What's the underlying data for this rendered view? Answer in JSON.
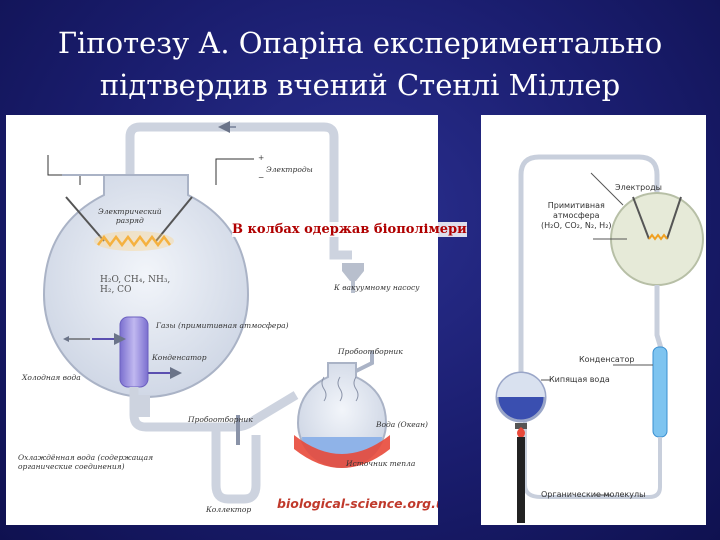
{
  "slide": {
    "title_line1": "Гіпотезу А. Опаріна експериментально",
    "title_line2": "підтвердив вчений Стенлі Міллер",
    "caption": "В колбах одержав біополімери"
  },
  "left_diagram": {
    "electrodes": "Электроды",
    "plus": "+",
    "minus": "−",
    "discharge_line1": "Электрический",
    "discharge_line2": "разряд",
    "gases_line1": "H₂O, CH₄, NH₃,",
    "gases_line2": "H₂, CO",
    "vacuum_pump": "К вакуумному насосу",
    "gases_atmosphere": "Газы (примитивная атмосфера)",
    "condenser": "Конденсатор",
    "cold_water": "Холодная вода",
    "sampler_right": "Пробоотборник",
    "sampler_bottom": "Пробоотборник",
    "water_ocean": "Вода (Океан)",
    "heat_source": "Источник тепла",
    "cooled_water_line1": "Охлаждённая вода (содержащая",
    "cooled_water_line2": "органические соединения)",
    "collector": "Коллектор",
    "watermark": "biological-science.org.ua"
  },
  "right_diagram": {
    "electrodes": "Электроды",
    "atmosphere_line1": "Примитивная",
    "atmosphere_line2": "атмосфера",
    "atmosphere_line3": "(H₂O, CO₂, N₂, H₂)",
    "condenser": "Конденсатор",
    "boiling_water": "Кипящая вода",
    "organic_molecules": "Органические молекулы"
  },
  "colors": {
    "background": "#1a1d6e",
    "title_text": "#ffffff",
    "caption_text": "#b00000",
    "watermark_text": "#c0392b",
    "flask_fill": "#dde3ef",
    "water": "#8fb3e8",
    "flame": "#e8493a",
    "condenser": "#9b8fd6",
    "spark": "#f0a020"
  }
}
